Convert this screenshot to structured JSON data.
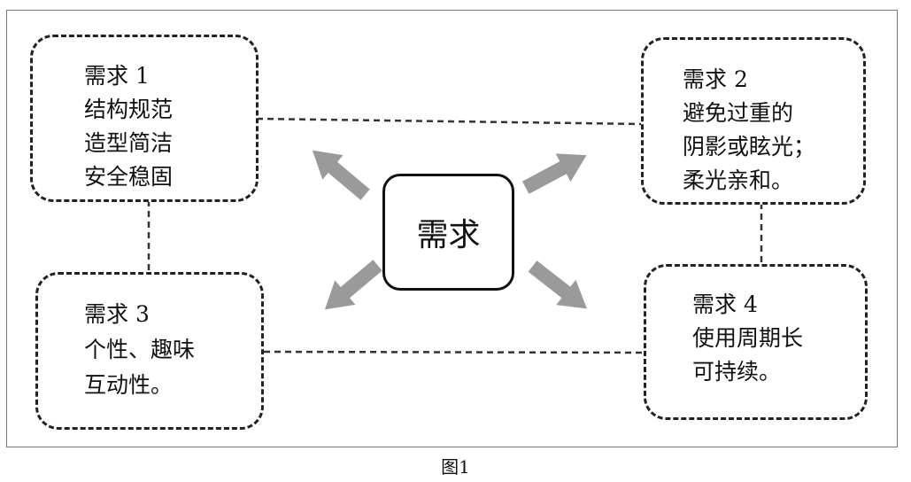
{
  "center": {
    "label": "需求"
  },
  "boxes": [
    {
      "lines": [
        "需求 1",
        "结构规范",
        "造型简洁",
        "安全稳固"
      ]
    },
    {
      "lines": [
        "需求 2",
        "避免过重的",
        "阴影或眩光；",
        "柔光亲和。"
      ]
    },
    {
      "lines": [
        "需求 3",
        "个性、趣味",
        "互动性。"
      ]
    },
    {
      "lines": [
        "需求 4",
        "使用周期长",
        "可持续。"
      ]
    }
  ],
  "caption": "图1",
  "colors": {
    "arrow": "#9a9a9a",
    "border": "#222222",
    "frame": "#777777"
  }
}
